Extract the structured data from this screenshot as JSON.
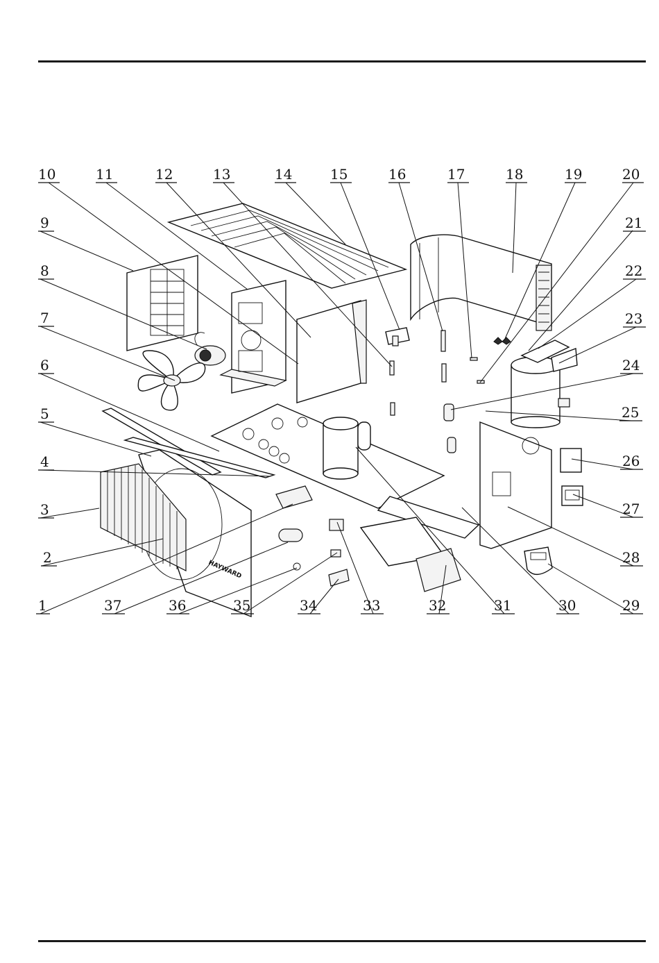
{
  "labels": [
    "1",
    "2",
    "3",
    "4",
    "5",
    "6",
    "7",
    "8",
    "9",
    "10",
    "11",
    "12",
    "13",
    "14",
    "15",
    "16",
    "17",
    "18",
    "19",
    "20",
    "21",
    "22",
    "23",
    "24",
    "25",
    "26",
    "27",
    "28",
    "29",
    "30",
    "31",
    "32",
    "33",
    "34",
    "35",
    "36",
    "37"
  ],
  "brand_text": "HAYWARD"
}
